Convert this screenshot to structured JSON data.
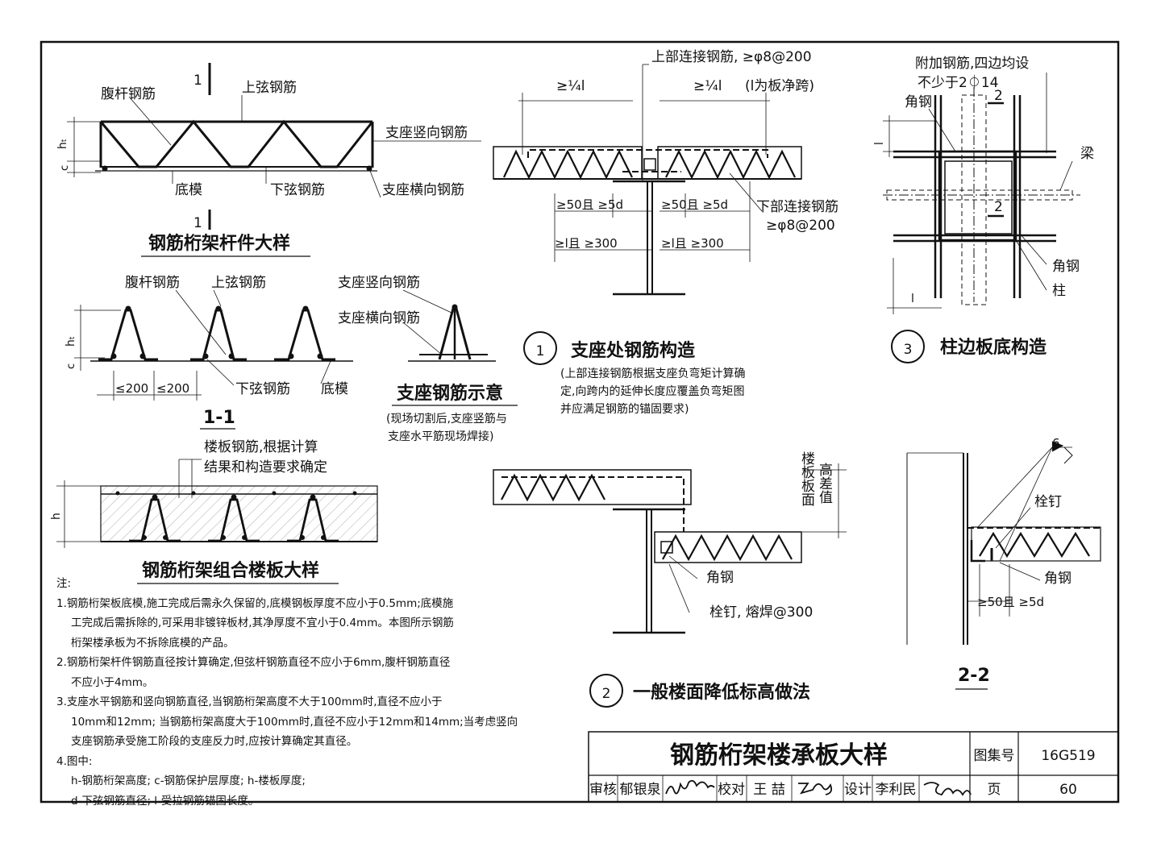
{
  "fig_truss": {
    "section_mark": "1",
    "web_bar": "腹杆钢筋",
    "top_chord": "上弦钢筋",
    "support_vertical": "支座竖向钢筋",
    "support_horizontal": "支座横向钢筋",
    "bottom_form": "底模",
    "bottom_chord": "下弦钢筋",
    "ht": "h",
    "ht_sub": "t",
    "c": "c",
    "title": "钢筋桁架杆件大样"
  },
  "fig_section11": {
    "web_bar": "腹杆钢筋",
    "top_chord": "上弦钢筋",
    "bottom_chord": "下弦钢筋",
    "bottom_form": "底模",
    "dim1": "≤200",
    "dim2": "≤200",
    "title": "1-1"
  },
  "fig_support_bar": {
    "vertical": "支座竖向钢筋",
    "horizontal": "支座横向钢筋",
    "title": "支座钢筋示意",
    "note1": "(现场切割后,支座竖筋与",
    "note2": "支座水平筋现场焊接)"
  },
  "fig_slab": {
    "label1": "楼板钢筋,根据计算",
    "label2": "结果和构造要求确定",
    "h": "h",
    "title": "钢筋桁架组合楼板大样"
  },
  "fig1": {
    "top_bar": "上部连接钢筋, ≥φ8@200",
    "dim_left": "≥¼l",
    "dim_right": "≥¼l",
    "ln_note": "(l为板净跨)",
    "dim_50a": "≥50且 ≥5d",
    "dim_50b": "≥50且 ≥5d",
    "dim_la": "≥l且 ≥300",
    "dim_lb": "≥l且 ≥300",
    "bottom_bar1": "下部连接钢筋",
    "bottom_bar2": "≥φ8@200",
    "number": "1",
    "title": "支座处钢筋构造",
    "note1": "(上部连接钢筋根据支座负弯矩计算确",
    "note2": "定,向跨内的延伸长度应覆盖负弯矩图",
    "note3": "并应满足钢筋的锚固要求)"
  },
  "fig2": {
    "elev_diff1": "楼板板面",
    "elev_diff2": "高差值",
    "angle": "角钢",
    "stud": "栓钉, 熔焊@300",
    "number": "2",
    "title": "一般楼面降低标高做法"
  },
  "fig3": {
    "extra1": "附加钢筋,四边均设",
    "extra2": "不少于2⏀14",
    "angle_top": "角钢",
    "beam": "梁",
    "lg": "l",
    "la": "l",
    "angle_bottom": "角钢",
    "column": "柱",
    "section": "2",
    "number": "3",
    "title": "柱边板底构造"
  },
  "fig22": {
    "weld": "6",
    "stud": "栓钉",
    "angle": "角钢",
    "dim": "≥50且 ≥5d",
    "title": "2-2"
  },
  "notes": {
    "head": "注:",
    "n1a": "1.钢筋桁架板底模,施工完成后需永久保留的,底模钢板厚度不应小于0.5mm;底模施",
    "n1b": "工完成后需拆除的,可采用非镀锌板材,其净厚度不宜小于0.4mm。本图所示钢筋",
    "n1c": "桁架楼承板为不拆除底模的产品。",
    "n2a": "2.钢筋桁架杆件钢筋直径按计算确定,但弦杆钢筋直径不应小于6mm,腹杆钢筋直径",
    "n2b": "不应小于4mm。",
    "n3a": "3.支座水平钢筋和竖向钢筋直径,当钢筋桁架高度不大于100mm时,直径不应小于",
    "n3b": "10mm和12mm; 当钢筋桁架高度大于100mm时,直径不应小于12mm和14mm;当考虑竖向",
    "n3c": "支座钢筋承受施工阶段的支座反力时,应按计算确定其直径。",
    "n4": "4.图中:",
    "n4a": "h-钢筋桁架高度; c-钢筋保护层厚度; h-楼板厚度;",
    "n4b": "d-下弦钢筋直径; l-受拉钢筋锚固长度。"
  },
  "title_block": {
    "title": "钢筋桁架楼承板大样",
    "atlas_label": "图集号",
    "atlas_no": "16G519",
    "review": "审核",
    "reviewer": "郁银泉",
    "check": "校对",
    "checker": "王 喆",
    "design": "设计",
    "designer": "李利民",
    "page_label": "页",
    "page_no": "60"
  }
}
